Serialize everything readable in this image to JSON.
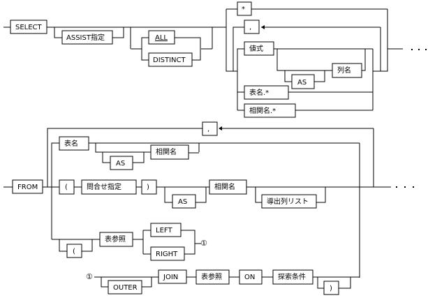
{
  "diagram": {
    "title": "SELECT / FROM syntax diagram",
    "select_clause": {
      "keyword": "SELECT",
      "assist": "ASSIST指定",
      "quantifiers": [
        "ALL",
        "DISTINCT"
      ],
      "select_list": {
        "star": "*",
        "separator": ",",
        "value_expr": "値式",
        "as": "AS",
        "column_name": "列名",
        "table_star": "表名.*",
        "corr_star": "相関名.*"
      },
      "continuation": "・・・"
    },
    "from_clause": {
      "keyword": "FROM",
      "separator": ",",
      "table_name": "表名",
      "as_1": "AS",
      "corr_name_1": "相関名",
      "open_paren": "(",
      "query_spec": "問合せ指定",
      "close_paren": ")",
      "as_2": "AS",
      "corr_name_2": "相関名",
      "derived_columns": "導出列リスト",
      "open_paren_2": "(",
      "table_ref_1": "表参照",
      "join_types": [
        "LEFT",
        "RIGHT"
      ],
      "connector": "①",
      "outer": "OUTER",
      "join": "JOIN",
      "table_ref_2": "表参照",
      "on": "ON",
      "search_condition": "探索条件",
      "close_paren_2": ")",
      "continuation": "・・・"
    }
  }
}
